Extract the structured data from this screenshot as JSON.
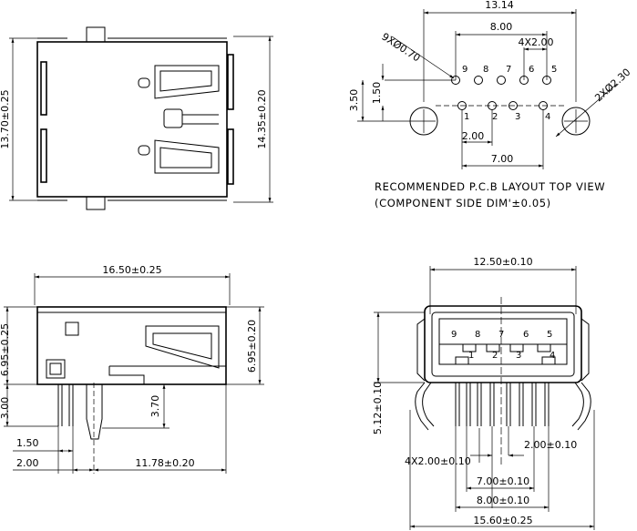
{
  "top_view": {
    "width_left": "13.70±0.25",
    "height_right": "14.35±0.20"
  },
  "pcb_layout": {
    "total_width": "13.14",
    "pitch_row2": "8.00",
    "pitch_4x": "4X2.00",
    "hole_spec": "9XØ0.70",
    "mount_spec": "2XØ2.30",
    "row_offset": "1.50",
    "row_height": "3.50",
    "pitch_single": "2.00",
    "pitch_span": "7.00",
    "pins_top": [
      "9",
      "8",
      "7",
      "6",
      "5"
    ],
    "pins_bottom": [
      "1",
      "2",
      "3",
      "4"
    ],
    "note_line1": "RECOMMENDED P.C.B LAYOUT TOP VIEW",
    "note_line2": "(COMPONENT SIDE DIM'±0.05)"
  },
  "side_view": {
    "length": "16.50±0.25",
    "height_left": "6.95±0.25",
    "height_right": "6.95±0.20",
    "pin_len": "3.00",
    "peg_len": "3.70",
    "pin_gap": "1.50",
    "pin_off": "2.00",
    "peg_dist": "11.78±0.20"
  },
  "front_view": {
    "opening_width": "12.50±0.10",
    "height": "5.12±0.10",
    "pins_top": [
      "9",
      "8",
      "7",
      "6",
      "5"
    ],
    "pins_bottom": [
      "1",
      "2",
      "3",
      "4"
    ],
    "pitch_4x": "4X2.00±0.10",
    "pitch_single": "2.00±0.10",
    "span_7": "7.00±0.10",
    "span_8": "8.00±0.10",
    "overall": "15.60±0.25"
  }
}
